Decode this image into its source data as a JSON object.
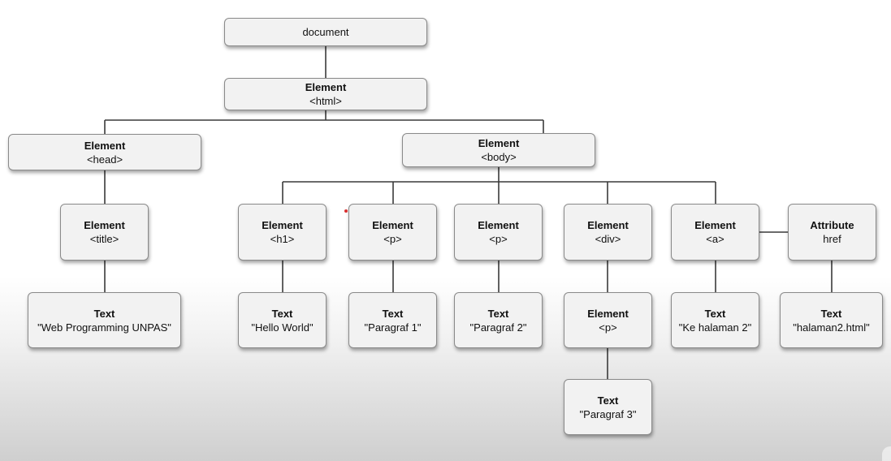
{
  "tree": {
    "document": {
      "label": "document"
    },
    "html": {
      "kind": "Element",
      "value": "<html>"
    },
    "head": {
      "kind": "Element",
      "value": "<head>"
    },
    "title": {
      "kind": "Element",
      "value": "<title>"
    },
    "title_text": {
      "kind": "Text",
      "value": "\"Web Programming UNPAS\""
    },
    "body": {
      "kind": "Element",
      "value": "<body>"
    },
    "h1": {
      "kind": "Element",
      "value": "<h1>"
    },
    "h1_text": {
      "kind": "Text",
      "value": "\"Hello World\""
    },
    "p1": {
      "kind": "Element",
      "value": "<p>"
    },
    "p1_text": {
      "kind": "Text",
      "value": "\"Paragraf 1\""
    },
    "p2": {
      "kind": "Element",
      "value": "<p>"
    },
    "p2_text": {
      "kind": "Text",
      "value": "\"Paragraf 2\""
    },
    "div": {
      "kind": "Element",
      "value": "<div>"
    },
    "div_p": {
      "kind": "Element",
      "value": "<p>"
    },
    "div_p_text": {
      "kind": "Text",
      "value": "\"Paragraf 3\""
    },
    "a": {
      "kind": "Element",
      "value": "<a>"
    },
    "a_text": {
      "kind": "Text",
      "value": "\"Ke halaman 2\""
    },
    "href": {
      "kind": "Attribute",
      "value": "href"
    },
    "href_text": {
      "kind": "Text",
      "value": "\"halaman2.html\""
    }
  },
  "colors": {
    "node_fill": "#f2f2f2",
    "node_border": "#8a8a8a",
    "connector": "#3a3a3a",
    "marker": "#d93030"
  }
}
